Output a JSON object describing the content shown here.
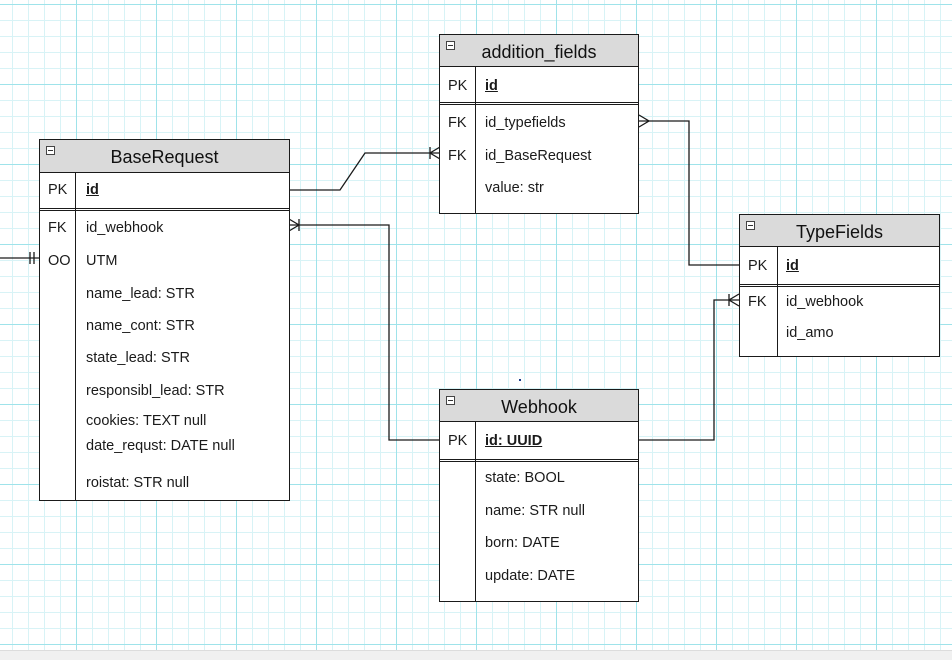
{
  "entities": {
    "addition_fields": {
      "title": "addition_fields",
      "pk_key": "PK",
      "pk_field": "id",
      "rows": [
        {
          "key": "FK",
          "field": "id_typefields"
        },
        {
          "key": "FK",
          "field": "id_BaseRequest"
        },
        {
          "key": "",
          "field": "value: str"
        }
      ]
    },
    "base_request": {
      "title": "BaseRequest",
      "pk_key": "PK",
      "pk_field": "id",
      "rows": [
        {
          "key": "FK",
          "field": "id_webhook"
        },
        {
          "key": "OO",
          "field": "UTM"
        },
        {
          "key": "",
          "field": "name_lead: STR"
        },
        {
          "key": "",
          "field": "name_cont: STR"
        },
        {
          "key": "",
          "field": "state_lead: STR"
        },
        {
          "key": "",
          "field": "responsibl_lead: STR"
        },
        {
          "key": "",
          "field": "cookies: TEXT null"
        },
        {
          "key": "",
          "field": "date_requst: DATE null"
        },
        {
          "key": "",
          "field": "roistat: STR null"
        }
      ]
    },
    "type_fields": {
      "title": "TypeFields",
      "pk_key": "PK",
      "pk_field": "id",
      "rows": [
        {
          "key": "FK",
          "field": "id_webhook"
        },
        {
          "key": "",
          "field": "id_amo"
        }
      ]
    },
    "webhook": {
      "title": "Webhook",
      "pk_key": "PK",
      "pk_field": "id: UUID",
      "rows": [
        {
          "key": "",
          "field": "state: BOOL"
        },
        {
          "key": "",
          "field": "name: STR null"
        },
        {
          "key": "",
          "field": "born: DATE"
        },
        {
          "key": "",
          "field": "update: DATE"
        }
      ]
    }
  },
  "relationships": [
    {
      "from": "BaseRequest.id",
      "to": "addition_fields.id_BaseRequest",
      "end": "one-to-many"
    },
    {
      "from": "TypeFields.id",
      "to": "addition_fields.id_typefields",
      "end": "many"
    },
    {
      "from": "Webhook.id",
      "to": "BaseRequest.id_webhook",
      "end": "one-to-many"
    },
    {
      "from": "Webhook.id",
      "to": "TypeFields.id_webhook",
      "end": "many"
    },
    {
      "from": "external",
      "to": "BaseRequest.UTM",
      "end": "one-and-only-one"
    }
  ],
  "colors": {
    "grid": "#9fe3ea",
    "header": "#dadada",
    "line": "#1a1a1a"
  }
}
